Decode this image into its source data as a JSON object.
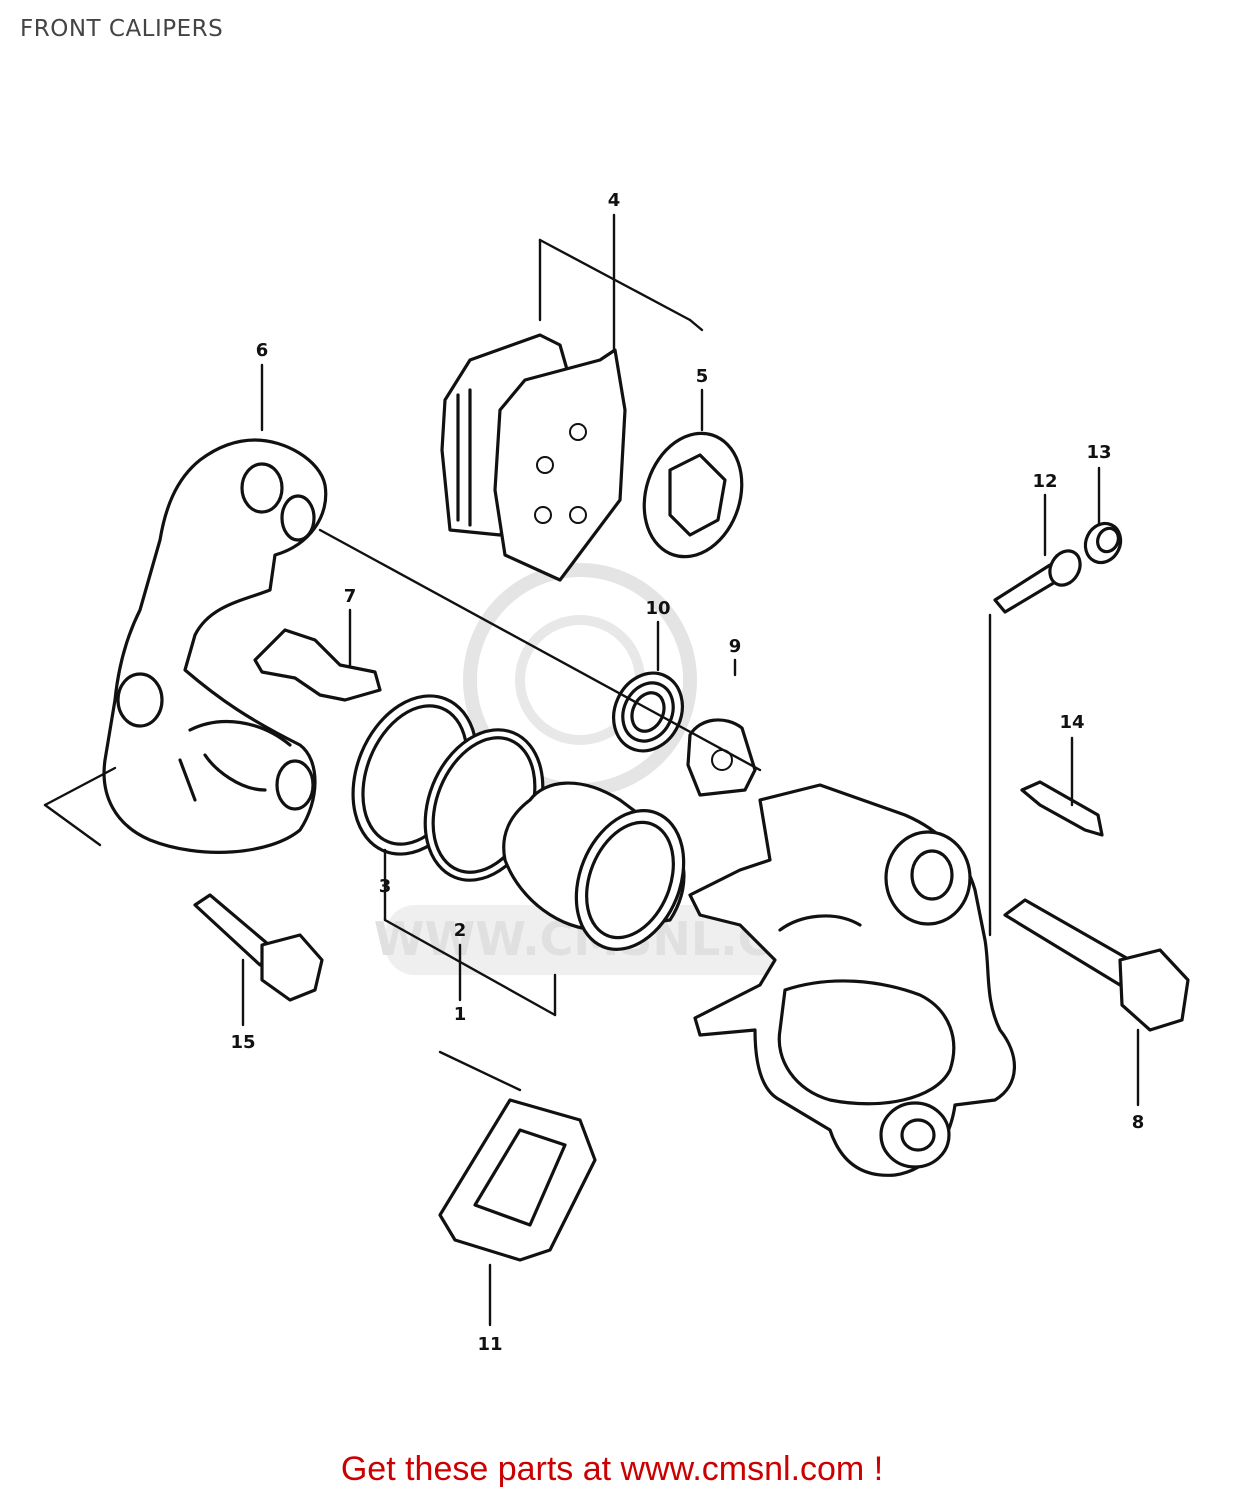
{
  "header": {
    "title": "FRONT CALIPERS"
  },
  "callouts": [
    {
      "id": "callout-1",
      "text": "1"
    },
    {
      "id": "callout-2",
      "text": "2"
    },
    {
      "id": "callout-3",
      "text": "3"
    },
    {
      "id": "callout-4",
      "text": "4"
    },
    {
      "id": "callout-5",
      "text": "5"
    },
    {
      "id": "callout-6",
      "text": "6"
    },
    {
      "id": "callout-7",
      "text": "7"
    },
    {
      "id": "callout-8",
      "text": "8"
    },
    {
      "id": "callout-9",
      "text": "9"
    },
    {
      "id": "callout-10",
      "text": "10"
    },
    {
      "id": "callout-11",
      "text": "11"
    },
    {
      "id": "callout-12",
      "text": "12"
    },
    {
      "id": "callout-13",
      "text": "13"
    },
    {
      "id": "callout-14",
      "text": "14"
    },
    {
      "id": "callout-15",
      "text": "15"
    }
  ],
  "watermark": {
    "text": "WWW.CMSNL.COM"
  },
  "footer": {
    "link_text": "Get these parts at www.cmsnl.com !"
  },
  "colors": {
    "footer_link": "#cc0000",
    "title": "#444444",
    "line_art": "#111111",
    "watermark": "#dddddd"
  }
}
